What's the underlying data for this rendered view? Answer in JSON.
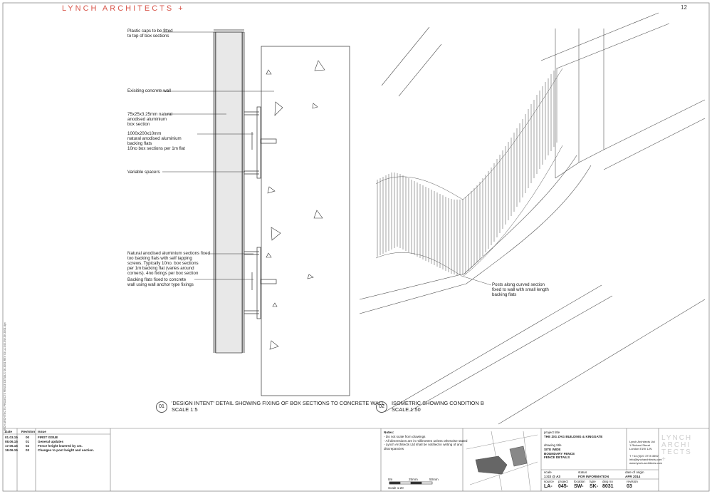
{
  "header": {
    "brand": "LYNCH ARCHITECTS +",
    "page_number": "12"
  },
  "detail_labels": [
    "Plastic caps to be fitted\nto top of box sections",
    "Exisiting concrete wall",
    "75x25x3.25mm natural\nanodised aluminium\nbox section",
    "1000x200x10mm\nnatural anodised aluminium\nbacking flats\n10no box sections per 1m flat",
    "Variable spacers",
    "Natural anodised aluminium sections fixed\ntoo backing flats with self tapping\nscrews. Typically 10no. box sections\nper 1m backing flat (varies around\ncorners). 4no fixings per box section",
    "Backing flats fixed to concrete\nwall using wall anchor type fixings"
  ],
  "iso_label": "Posts along curved section\nfixed to wall with small length\nbacking flats",
  "captions": [
    {
      "num": "01",
      "title": "'DESIGN INTENT' DETAIL SHOWING FIXING OF BOX SECTIONS TO CONCRETE WALL",
      "scale": "SCALE 1:5"
    },
    {
      "num": "02",
      "title": "ISOMETRIC SHOWING CONDITION B",
      "scale": "SCALE 1:50"
    }
  ],
  "revisions": {
    "headers": [
      "Date",
      "Revision",
      "Issue"
    ],
    "rows": [
      [
        "01.03.15",
        "00",
        "FIRST ISSUE"
      ],
      [
        "08.06.15",
        "01",
        "General updates"
      ],
      [
        "17.06.15",
        "02",
        "Fence height lowered by 1m."
      ],
      [
        "18.06.15",
        "03",
        "Changes to post height and section."
      ]
    ]
  },
  "notes": {
    "title": "Notes:",
    "lines": "- Do not scale from drawings\n- All dimensions are in millimetres unless otherwise stated\n- Lynch Architects Ltd shall be notified in writing of any\n  discrepancies",
    "scale_ticks": [
      "0m",
      "25mm",
      "50mm"
    ],
    "scale_label": "Scale 1:20"
  },
  "titleblock": {
    "project_title_label": "project title",
    "project_title": "THE ZIG ZAG BUILDING & KINGGATE",
    "drawing_title_label": "drawing title",
    "drawing_title": "SITE WIDE\nBOUNDARY FENCE\nFENCE DETAILS",
    "fields": [
      {
        "label": "scale",
        "value": "1:XX @ A3"
      },
      {
        "label": "status",
        "value": "FOR INFORMATION"
      },
      {
        "label": "date of origin",
        "value": "APR 2014"
      }
    ],
    "codes": [
      {
        "label": "source",
        "value": "LA-"
      },
      {
        "label": "project",
        "value": "045-"
      },
      {
        "label": "location",
        "value": "SW-"
      },
      {
        "label": "type",
        "value": "SK-"
      },
      {
        "label": "dwg no",
        "value": "8031"
      },
      {
        "label": "revision",
        "value": "03"
      }
    ],
    "firm_lines": "Lynch Architects Ltd\n1 Richard Street\nLondon E1W 1JN\n\nT +44 (0)20 7278 3592\ninfo@lyncharchitects.com\nwww.lynch-architects.com",
    "logo": "LYNCH\nARCHI\nTECTS\n+"
  },
  "side_text": "LYNCH ARCHITECTS PROJECTS FENCE DETAILS SK-8031 REV 03 LA-045-SW-SK-8031.dgn"
}
